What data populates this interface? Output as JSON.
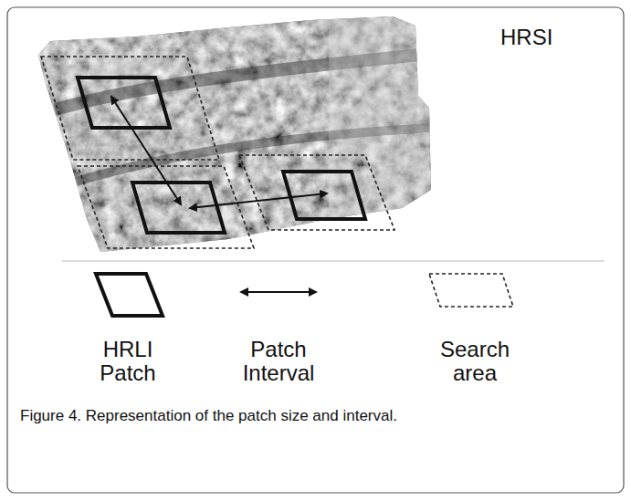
{
  "diagram": {
    "caption": "Figure 4. Representation of the patch size and interval.",
    "labels": [
      "HRSI"
    ],
    "legend": [
      {
        "text": "HRLI Patch"
      },
      {
        "text": "Patch Interval"
      },
      {
        "text": "Search area"
      }
    ]
  }
}
